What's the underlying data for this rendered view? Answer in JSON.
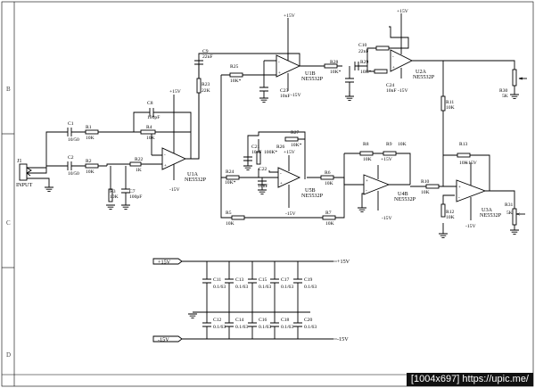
{
  "frame": {
    "rows": [
      "B",
      "C",
      "D"
    ]
  },
  "watermark": "[1004x697] https://upic.me/",
  "input": {
    "ref": "J1",
    "label": "INPUT"
  },
  "rails": {
    "pos": "+15V",
    "neg": "-15V"
  },
  "opamps": [
    {
      "ref": "U1A",
      "part": "NE5532P"
    },
    {
      "ref": "U1B",
      "part": "NE5532P"
    },
    {
      "ref": "U2A",
      "part": "NE5532P"
    },
    {
      "ref": "U3A",
      "part": "NE5532P"
    },
    {
      "ref": "U4B",
      "part": "NE5532P"
    },
    {
      "ref": "U5B",
      "part": "NE5532P"
    }
  ],
  "resistors": [
    {
      "ref": "R1",
      "value": "10K"
    },
    {
      "ref": "R2",
      "value": "10K"
    },
    {
      "ref": "R3",
      "value": "10K"
    },
    {
      "ref": "R4",
      "value": "10K"
    },
    {
      "ref": "R5",
      "value": "10K"
    },
    {
      "ref": "R6",
      "value": "10K"
    },
    {
      "ref": "R7",
      "value": "10K"
    },
    {
      "ref": "R8",
      "value": "10K"
    },
    {
      "ref": "R9",
      "value": "10K"
    },
    {
      "ref": "R10",
      "value": "10K"
    },
    {
      "ref": "R11",
      "value": "10K"
    },
    {
      "ref": "R12",
      "value": "10K"
    },
    {
      "ref": "R13",
      "value": "10K"
    },
    {
      "ref": "R22",
      "value": "1K"
    },
    {
      "ref": "R23",
      "value": "22K"
    },
    {
      "ref": "R24",
      "value": "10K*"
    },
    {
      "ref": "R25",
      "value": "10K*"
    },
    {
      "ref": "R26",
      "value": "100K*"
    },
    {
      "ref": "R27",
      "value": "10K*"
    },
    {
      "ref": "R28",
      "value": "10K*"
    },
    {
      "ref": "R29",
      "value": "10K*"
    },
    {
      "ref": "R30",
      "value": "5K"
    },
    {
      "ref": "R31",
      "value": "5K"
    }
  ],
  "capacitors": [
    {
      "ref": "C1",
      "value": "10/50"
    },
    {
      "ref": "C2",
      "value": "10/50"
    },
    {
      "ref": "C7",
      "value": "100pF"
    },
    {
      "ref": "C8",
      "value": "100pF"
    },
    {
      "ref": "C9",
      "value": "22nF"
    },
    {
      "ref": "C10",
      "value": "22nF"
    },
    {
      "ref": "C21",
      "value": "10nF"
    },
    {
      "ref": "C22",
      "value": "10nF"
    },
    {
      "ref": "C23",
      "value": "10nF"
    },
    {
      "ref": "C24",
      "value": "10nF"
    }
  ],
  "decoupling": {
    "top": [
      {
        "ref": "C11",
        "value": "0.1/63"
      },
      {
        "ref": "C13",
        "value": "0.1/63"
      },
      {
        "ref": "C15",
        "value": "0.1/63"
      },
      {
        "ref": "C17",
        "value": "0.1/63"
      },
      {
        "ref": "C19",
        "value": "0.1/63"
      }
    ],
    "bottom": [
      {
        "ref": "C12",
        "value": "0.1/63"
      },
      {
        "ref": "C14",
        "value": "0.1/63"
      },
      {
        "ref": "C16",
        "value": "0.1/63"
      },
      {
        "ref": "C18",
        "value": "0.1/63"
      },
      {
        "ref": "C20",
        "value": "0.1/63"
      }
    ]
  }
}
